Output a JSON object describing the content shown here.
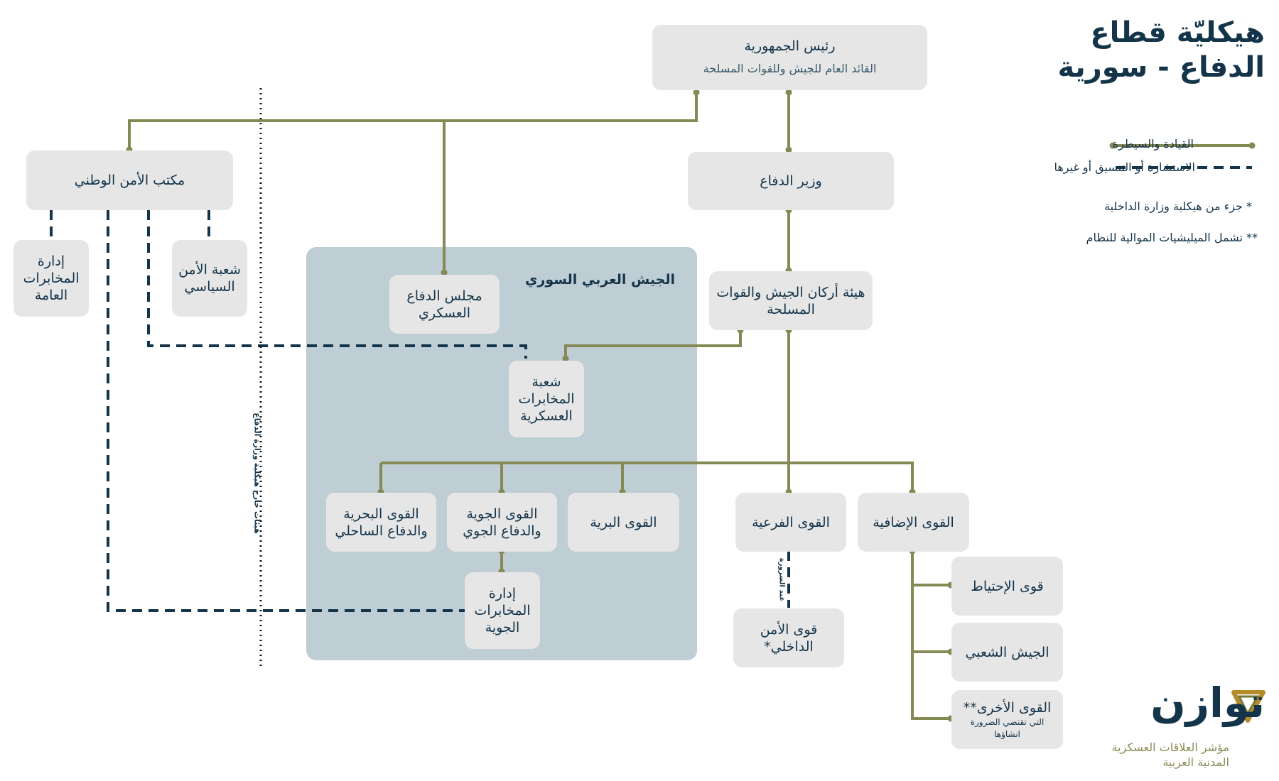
{
  "title": {
    "line1": "هيكليّة قطاع",
    "line2": "الدفاع - سورية"
  },
  "legend": {
    "command": "القيادة والسيطرة",
    "consult": "الاستشارة أو التنسيق أو غيرها",
    "note1": "* جزء من هيكلية وزارة الداخلية",
    "note2": "** تشمل الميليشيات الموالية للنظام"
  },
  "colors": {
    "command_line": "#858a55",
    "dashed_line": "#14344a",
    "box_bg": "#e6e6e6",
    "region_bg": "#bfcdd4",
    "text": "#14344a"
  },
  "nodes": {
    "president": {
      "title": "رئيس الجمهورية",
      "subtitle": "القائد العام للجيش وللقوات المسلحة"
    },
    "minister": "وزير الدفاع",
    "national_security": "مكتب الأمن الوطني",
    "general_intel": "إدارة المخابرات العامة",
    "political_security": "شعبة الأمن السياسي",
    "military_council": "مجلس الدفاع العسكري",
    "general_staff": "هيئة أركان الجيش والقوات المسلحة",
    "military_intel": "شعبة المخابرات العسكرية",
    "navy": "القوى البحرية والدفاع الساحلي",
    "air_force": "القوى الجوية والدفاع الجوي",
    "land_forces": "القوى البرية",
    "branch_forces": "القوى الفرعية",
    "additional_forces": "القوى الإضافية",
    "air_intel": "إدارة المخابرات الجوية",
    "internal_security": "قوى الأمن الداخلي*",
    "reserve": "قوى الإحتياط",
    "popular_army": "الجيش الشعبي",
    "other_forces": {
      "title": "القوى الأخرى**",
      "subtitle": "التي تقتضي الضرورة انشاؤها"
    }
  },
  "region": {
    "army_label": "الجيش العربي السوري"
  },
  "labels": {
    "outside_ministry": "هيئات خارج هيكلية وزارة الدفاع",
    "when_needed": "عند الضرورة"
  },
  "logo": {
    "name": "توازن",
    "tagline": "مؤشر العلاقات العسكرية المدنية العربية"
  }
}
